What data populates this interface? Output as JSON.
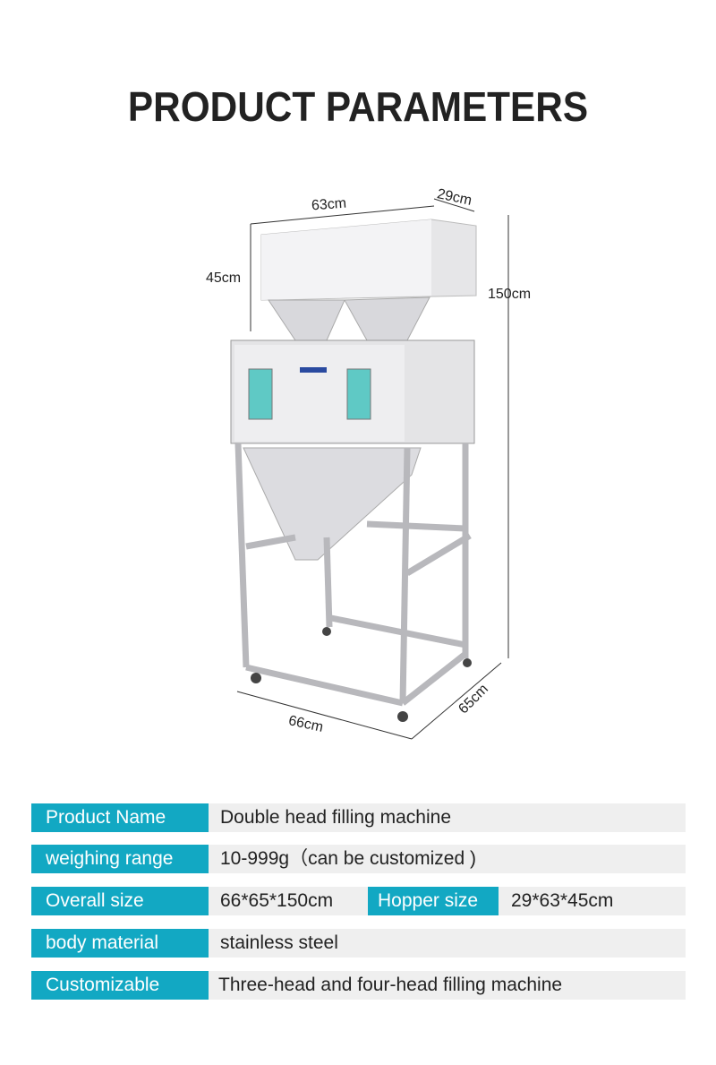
{
  "title": "PRODUCT PARAMETERS",
  "dimensions": {
    "width_top": "63cm",
    "depth_top": "29cm",
    "hopper_height": "45cm",
    "total_height": "150cm",
    "width_bottom": "66cm",
    "depth_bottom": "65cm"
  },
  "colors": {
    "label_bg": "#12a8c3",
    "value_bg": "#efefef"
  },
  "params": [
    {
      "label": "Product Name",
      "value": "Double head filling machine"
    },
    {
      "label": "weighing range",
      "value": "10-999g（can be customized )"
    },
    {
      "label": "Overall size",
      "value": "66*65*150cm",
      "label2": "Hopper size",
      "value2": "29*63*45cm"
    },
    {
      "label": "body material",
      "value": "stainless steel"
    },
    {
      "label": "Customizable",
      "value": "Three-head and four-head filling machine"
    }
  ]
}
